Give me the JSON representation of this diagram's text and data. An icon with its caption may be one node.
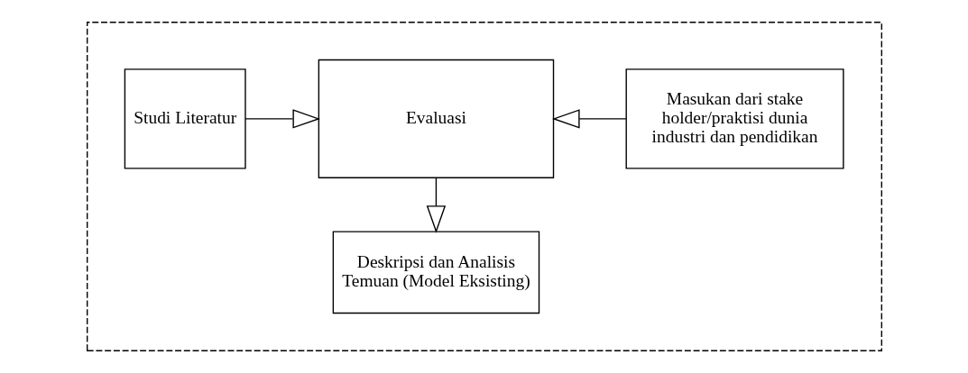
{
  "diagram": {
    "nodes": [
      {
        "text": [],
        "shape": "box"
      },
      {
        "text": [
          "Studi Literatur"
        ],
        "in": 0
      },
      {
        "text": [
          "Evaluasi"
        ],
        "in": 0
      },
      {
        "text": [
          "Masukan dari stake holder/praktisi dunia industri dan pendidikan"
        ],
        "in": 0
      },
      {
        "text": [
          "Deskripsi dan Analisis Temuan (Model Eksisting)"
        ],
        "in": 0
      }
    ],
    "edges": [
      {
        "from": 1,
        "to": 2,
        "arrow": "to"
      },
      {
        "from": 3,
        "to": 2,
        "arrow": "to"
      },
      {
        "from": 2,
        "to": 4,
        "arrow": "to"
      }
    ]
  }
}
